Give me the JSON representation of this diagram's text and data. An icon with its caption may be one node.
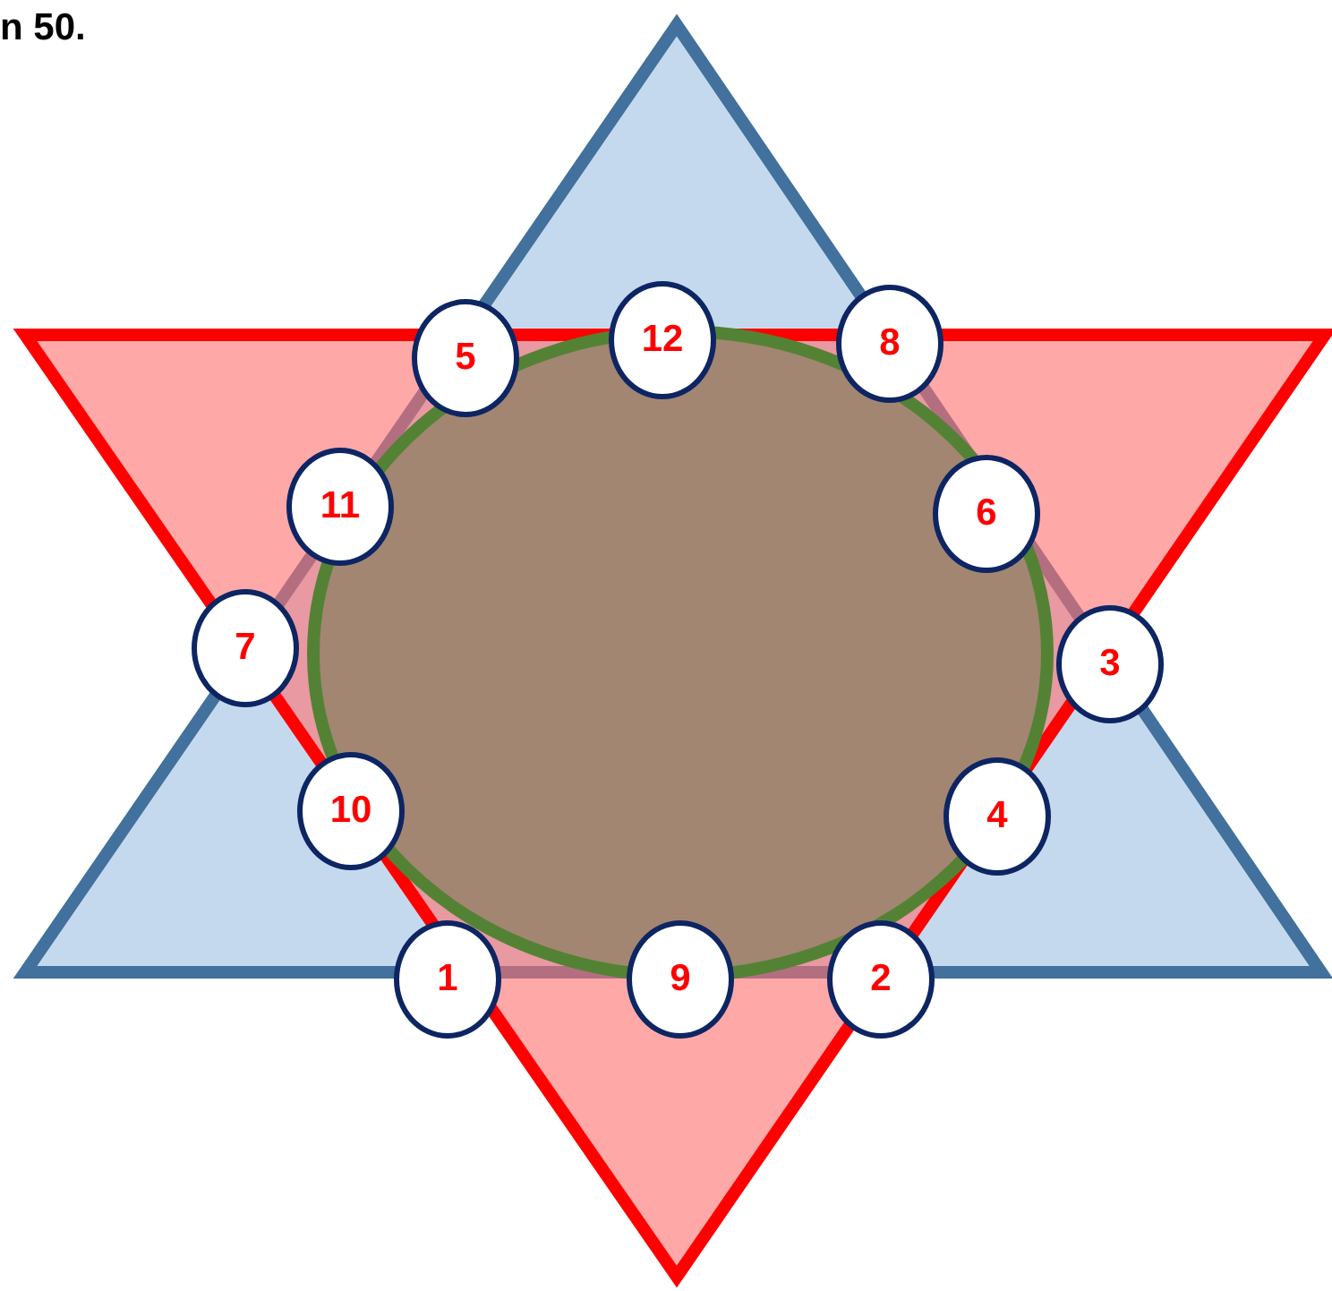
{
  "diagram": {
    "nodes": [
      {
        "text": [
          "5"
        ]
      },
      {
        "text": [
          "12"
        ]
      },
      {
        "text": [
          "8"
        ]
      },
      {
        "text": [
          "11"
        ]
      },
      {
        "text": [
          "6"
        ]
      },
      {
        "text": [
          "7"
        ]
      },
      {
        "text": [
          "3"
        ]
      },
      {
        "text": [
          "10"
        ]
      },
      {
        "text": [
          "4"
        ]
      },
      {
        "text": [
          "1"
        ]
      },
      {
        "text": [
          "9"
        ]
      },
      {
        "text": [
          "2"
        ]
      }
    ],
    "labels": [
      "n 50."
    ]
  }
}
